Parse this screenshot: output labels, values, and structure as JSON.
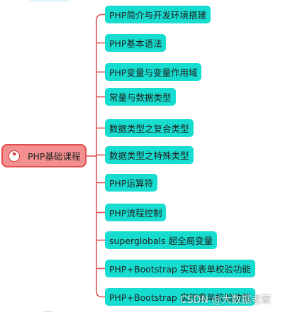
{
  "mindmap": {
    "root": {
      "label": "PHP基础课程",
      "icon": "flag-icon"
    },
    "children": [
      "PHP简介与开发环境搭建",
      "PHP基本语法",
      "PHP变量与变量作用域",
      "常量与数据类型",
      "数据类型之复合类型",
      "数据类型之特殊类型",
      "PHP运算符",
      "PHP流程控制",
      "superglobals 超全局变量",
      "PHP+Bootstrap 实现表单校验功能",
      "PHP+Bootstrap 实现表单校验功能"
    ]
  },
  "colors": {
    "connector": "#e05555",
    "root_fill": "#f48f8f",
    "root_border": "#e24d4d",
    "node_fill": "#17ddd0"
  },
  "watermark": "CSDN @大数据老家"
}
